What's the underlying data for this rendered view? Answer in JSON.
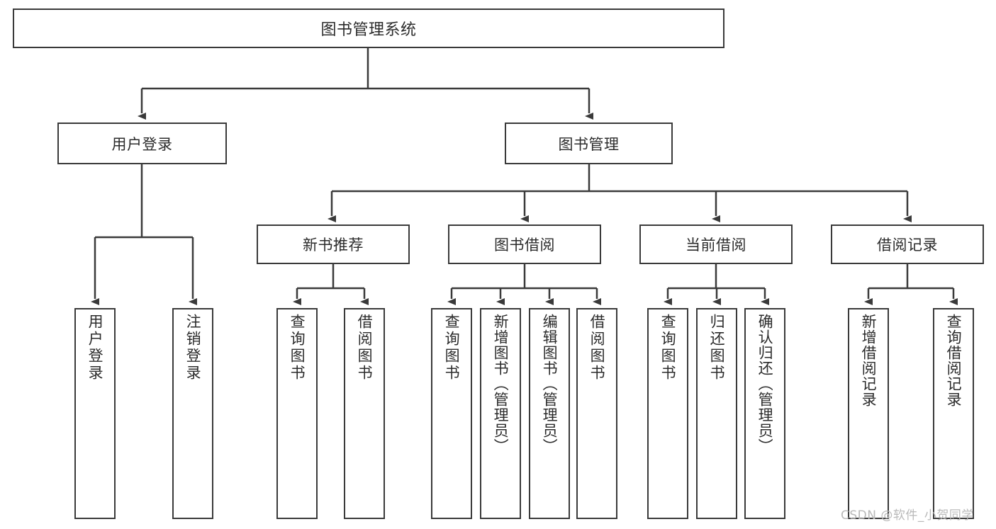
{
  "diagram": {
    "title": "图书管理系统",
    "type": "hierarchy-tree",
    "watermark": "CSDN @软件_小贺同学",
    "colors": {
      "background": "#ffffff",
      "box_border": "#3a3a3a",
      "box_fill": "#ffffff",
      "text": "#2b2b2b",
      "connector": "#3a3a3a",
      "watermark": "#b9b9b9"
    },
    "root": {
      "label": "图书管理系统"
    },
    "level1": [
      {
        "label": "用户登录"
      },
      {
        "label": "图书管理"
      }
    ],
    "level2": [
      {
        "label": "新书推荐"
      },
      {
        "label": "图书借阅"
      },
      {
        "label": "当前借阅"
      },
      {
        "label": "借阅记录"
      }
    ],
    "leaves": {
      "user_login": [
        {
          "label": "用户登录"
        },
        {
          "label": "注销登录"
        }
      ],
      "new_book_recommend": [
        {
          "label": "查询图书"
        },
        {
          "label": "借阅图书"
        }
      ],
      "book_borrow": [
        {
          "label": "查询图书"
        },
        {
          "label": "新增图书（管理员）"
        },
        {
          "label": "编辑图书（管理员）"
        },
        {
          "label": "借阅图书"
        }
      ],
      "current_borrow": [
        {
          "label": "查询图书"
        },
        {
          "label": "归还图书"
        },
        {
          "label": "确认归还（管理员）"
        }
      ],
      "borrow_record": [
        {
          "label": "新增借阅记录"
        },
        {
          "label": "查询借阅记录"
        }
      ]
    }
  }
}
